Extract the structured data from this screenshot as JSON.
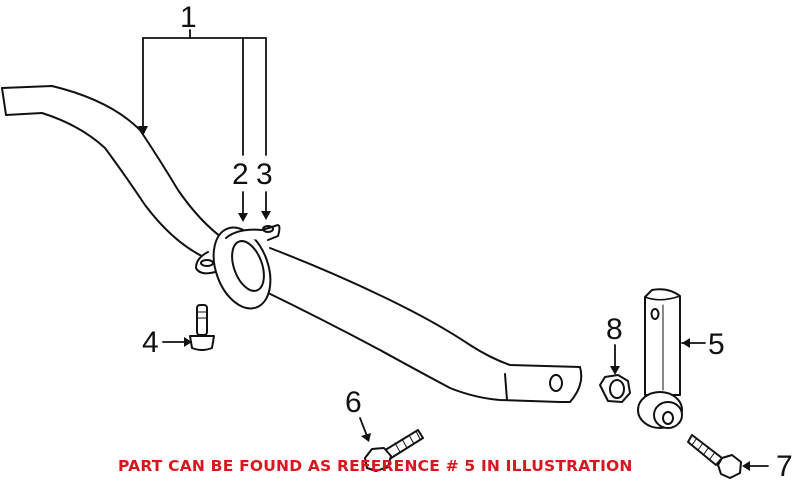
{
  "diagram": {
    "type": "exploded parts illustration",
    "subject": "stabilizer bar assembly",
    "note": "PART CAN BE FOUND AS REFERENCE # 5 IN ILLUSTRATION",
    "note_color": "#d9151f",
    "callouts": [
      {
        "id": "1",
        "label": "1"
      },
      {
        "id": "2",
        "label": "2"
      },
      {
        "id": "3",
        "label": "3"
      },
      {
        "id": "4",
        "label": "4"
      },
      {
        "id": "5",
        "label": "5"
      },
      {
        "id": "6",
        "label": "6"
      },
      {
        "id": "7",
        "label": "7"
      },
      {
        "id": "8",
        "label": "8"
      }
    ]
  }
}
